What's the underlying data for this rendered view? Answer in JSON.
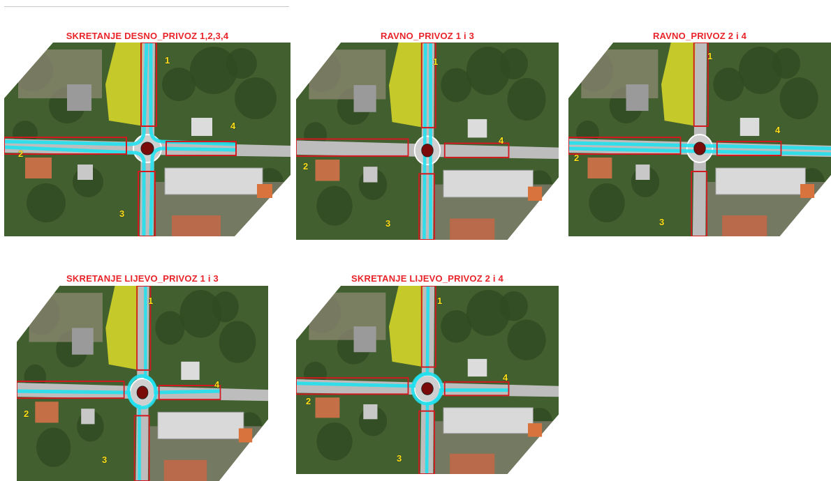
{
  "panels": [
    {
      "id": "p1",
      "title": "SKRETANJE DESNO_PRIVOZ 1,2,3,4",
      "pattern": "all-right",
      "labels": [
        "1",
        "2",
        "3",
        "4"
      ]
    },
    {
      "id": "p2",
      "title": "RAVNO_PRIVOZ 1 i 3",
      "pattern": "straight-ns",
      "labels": [
        "1",
        "2",
        "3",
        "4"
      ]
    },
    {
      "id": "p3",
      "title": "RAVNO_PRIVOZ 2 i 4",
      "pattern": "straight-ew",
      "labels": [
        "1",
        "2",
        "3",
        "4"
      ]
    },
    {
      "id": "p4",
      "title": "SKRETANJE LIJEVO_PRIVOZ 1 i 3",
      "pattern": "left-ns",
      "labels": [
        "1",
        "2",
        "3",
        "4"
      ]
    },
    {
      "id": "p5",
      "title": "SKRETANJE LIJEVO_PRIVOZ 2 i 4",
      "pattern": "left-ew",
      "labels": [
        "1",
        "2",
        "3",
        "4"
      ]
    }
  ],
  "colors": {
    "title": "#e8242a",
    "approach_label": "#ffe01a",
    "flow": "#22e0ee",
    "approach_outline": "#d01a20",
    "road": "#bdbdbd",
    "highlight_area": "#f2ec2a",
    "roundabout_center": "#7a0a0a"
  }
}
